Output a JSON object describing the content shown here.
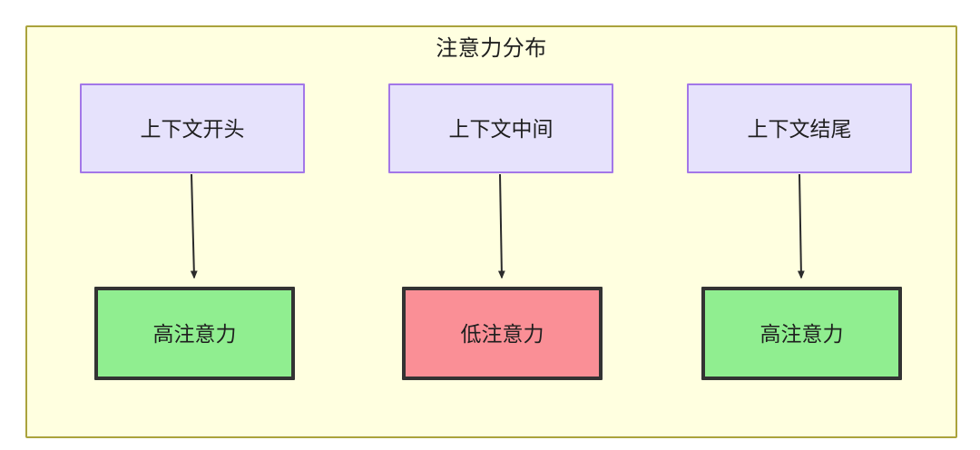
{
  "diagram": {
    "title": "注意力分布",
    "container": {
      "fill": "#ffffe0",
      "stroke": "#aaa33c"
    },
    "context_nodes": [
      {
        "id": "ctx-start",
        "label": "上下文开头",
        "fill": "#e6e2fc",
        "stroke": "#a377e8"
      },
      {
        "id": "ctx-middle",
        "label": "上下文中间",
        "fill": "#e6e2fc",
        "stroke": "#a377e8"
      },
      {
        "id": "ctx-end",
        "label": "上下文结尾",
        "fill": "#e6e2fc",
        "stroke": "#a377e8"
      }
    ],
    "attention_nodes": [
      {
        "id": "attn-high-start",
        "label": "高注意力",
        "fill": "#90ee90",
        "stroke": "#333333",
        "level": "high"
      },
      {
        "id": "attn-low-middle",
        "label": "低注意力",
        "fill": "#fa8f96",
        "stroke": "#333333",
        "level": "low"
      },
      {
        "id": "attn-high-end",
        "label": "高注意力",
        "fill": "#90ee90",
        "stroke": "#333333",
        "level": "high"
      }
    ],
    "edges": [
      {
        "from": "ctx-start",
        "to": "attn-high-start",
        "label": ""
      },
      {
        "from": "ctx-middle",
        "to": "attn-low-middle",
        "label": ""
      },
      {
        "from": "ctx-end",
        "to": "attn-high-end",
        "label": ""
      }
    ]
  }
}
